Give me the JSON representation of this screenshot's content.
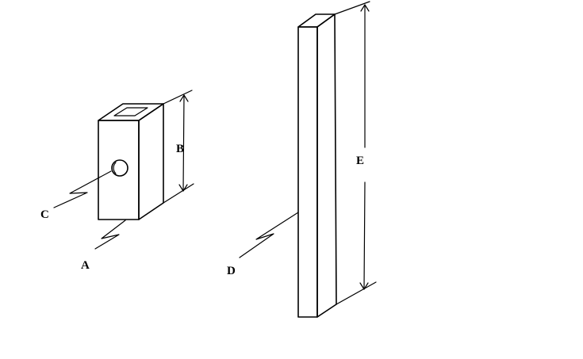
{
  "labels": {
    "a": "A",
    "b": "B",
    "c": "C",
    "d": "D",
    "e": "E"
  }
}
